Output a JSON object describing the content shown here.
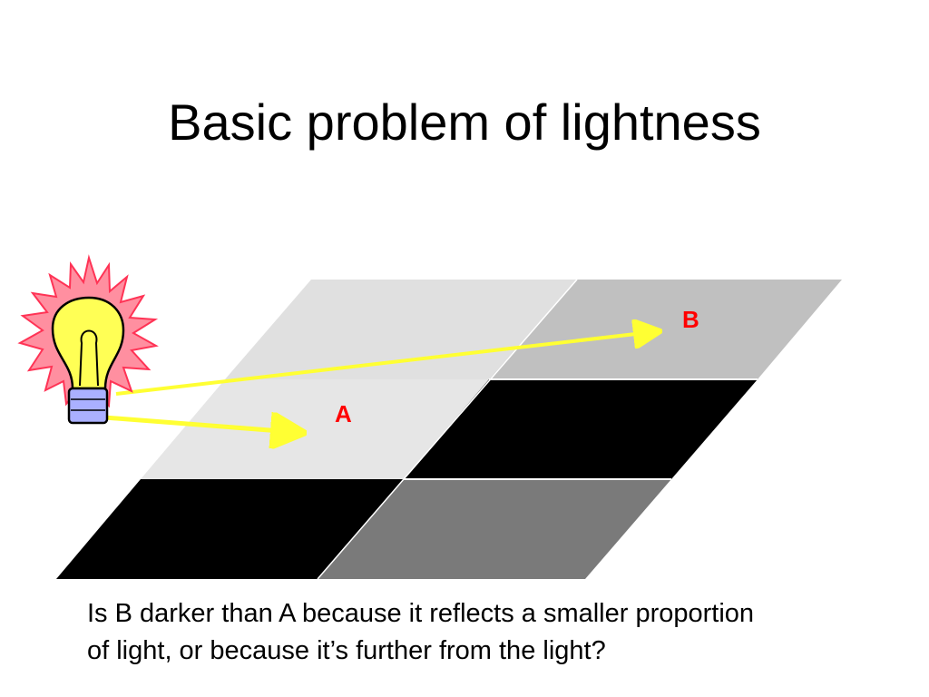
{
  "slide": {
    "title": "Basic problem of lightness",
    "caption_line_1": "Is B darker than A because it reflects a smaller proportion",
    "caption_line_2": "of light, or because it’s further from the light?"
  },
  "diagram": {
    "label_a": "A",
    "label_b": "B",
    "icons": [
      "light-bulb-icon",
      "starburst-glow-icon",
      "arrow-icon"
    ],
    "colors": {
      "tile_light_back": "#e0e0e0",
      "tile_mid_back": "#c0c0c0",
      "tile_light_front": "#e6e6e6",
      "tile_black": "#000000",
      "tile_dark_gray": "#7a7a7a",
      "ray": "#ffff33",
      "label": "#ff0000",
      "bulb": "#ffff55",
      "bulb_base": "#aab0ff",
      "starburst": "#ff8fa0"
    }
  }
}
